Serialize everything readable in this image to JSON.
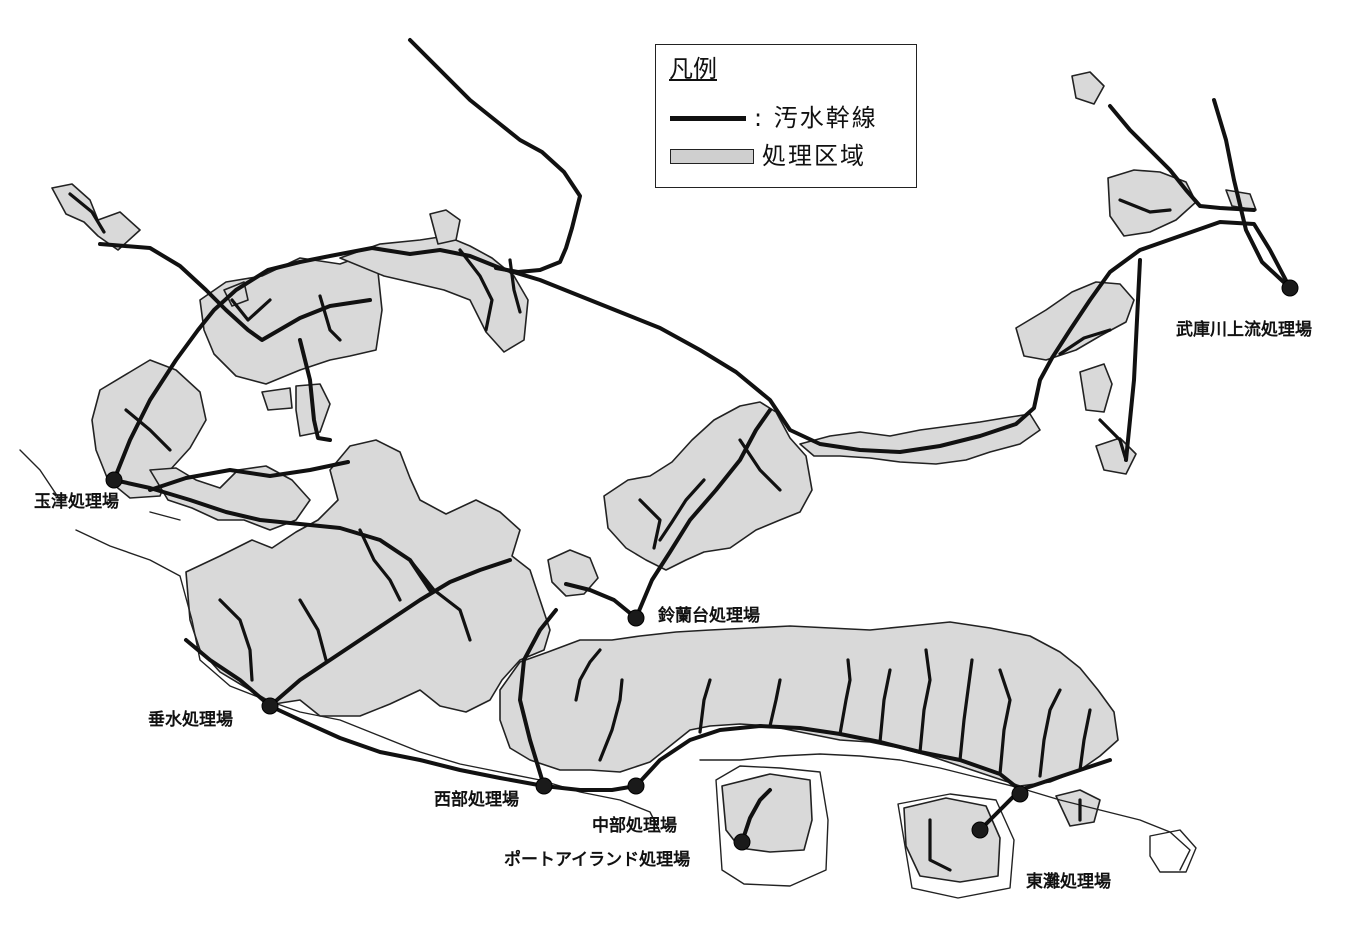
{
  "legend": {
    "title": "凡例",
    "trunk_line_label": ": 汚水幹線",
    "service_area_label": "処理区域"
  },
  "treatment_plants": [
    {
      "name": "武庫川上流処理場"
    },
    {
      "name": "玉津処理場"
    },
    {
      "name": "鈴蘭台処理場"
    },
    {
      "name": "垂水処理場"
    },
    {
      "name": "西部処理場"
    },
    {
      "name": "中部処理場"
    },
    {
      "name": "ポートアイランド処理場"
    },
    {
      "name": "東灘処理場"
    }
  ],
  "colors": {
    "service_area_fill": "#d9d9d9",
    "trunk_line": "#111111",
    "plant_marker": "#1a1a1a",
    "background": "#ffffff"
  }
}
